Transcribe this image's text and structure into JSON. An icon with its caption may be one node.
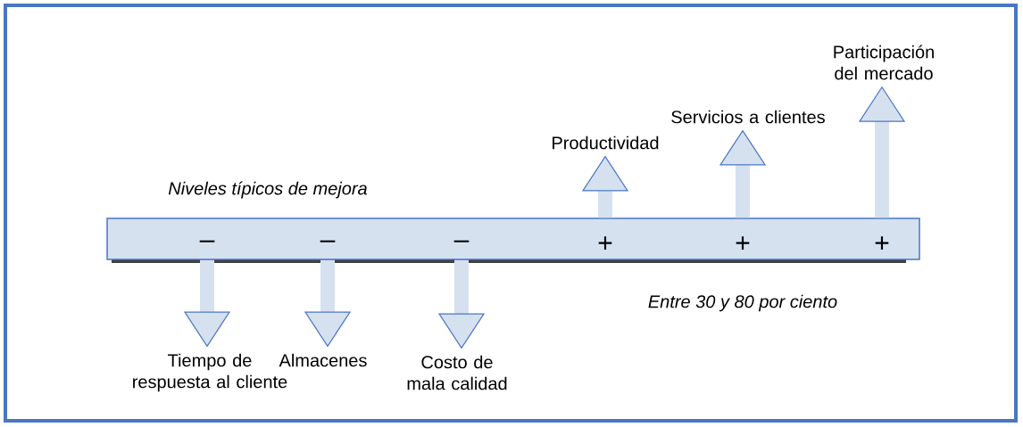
{
  "diagram": {
    "nodes": [
      {
        "text": [],
        "shape": "bar"
      },
      {
        "text": [
          "–"
        ],
        "in": 0
      },
      {
        "text": [
          "–"
        ],
        "in": 0
      },
      {
        "text": [
          "–"
        ],
        "in": 0
      },
      {
        "text": [
          "+"
        ],
        "in": 0
      },
      {
        "text": [
          "+"
        ],
        "in": 0
      },
      {
        "text": [
          "+"
        ],
        "in": 0
      },
      {
        "text": [
          "Tiempo de respuesta al cliente"
        ]
      },
      {
        "text": [
          "Almacenes"
        ]
      },
      {
        "text": [
          "Costo de mala calidad"
        ]
      },
      {
        "text": [
          "Productividad"
        ]
      },
      {
        "text": [
          "Servicios a clientes"
        ]
      },
      {
        "text": [
          "Participación del mercado"
        ]
      }
    ],
    "edges": [
      {
        "from": 1,
        "to": 7,
        "arrow": "to"
      },
      {
        "from": 2,
        "to": 8,
        "arrow": "to"
      },
      {
        "from": 3,
        "to": 9,
        "arrow": "to"
      },
      {
        "from": 4,
        "to": 10,
        "arrow": "to"
      },
      {
        "from": 5,
        "to": 11,
        "arrow": "to"
      },
      {
        "from": 6,
        "to": 12,
        "arrow": "to"
      }
    ],
    "labels": [
      "Niveles típicos de mejora",
      "Entre 30 y 80 por ciento"
    ]
  }
}
